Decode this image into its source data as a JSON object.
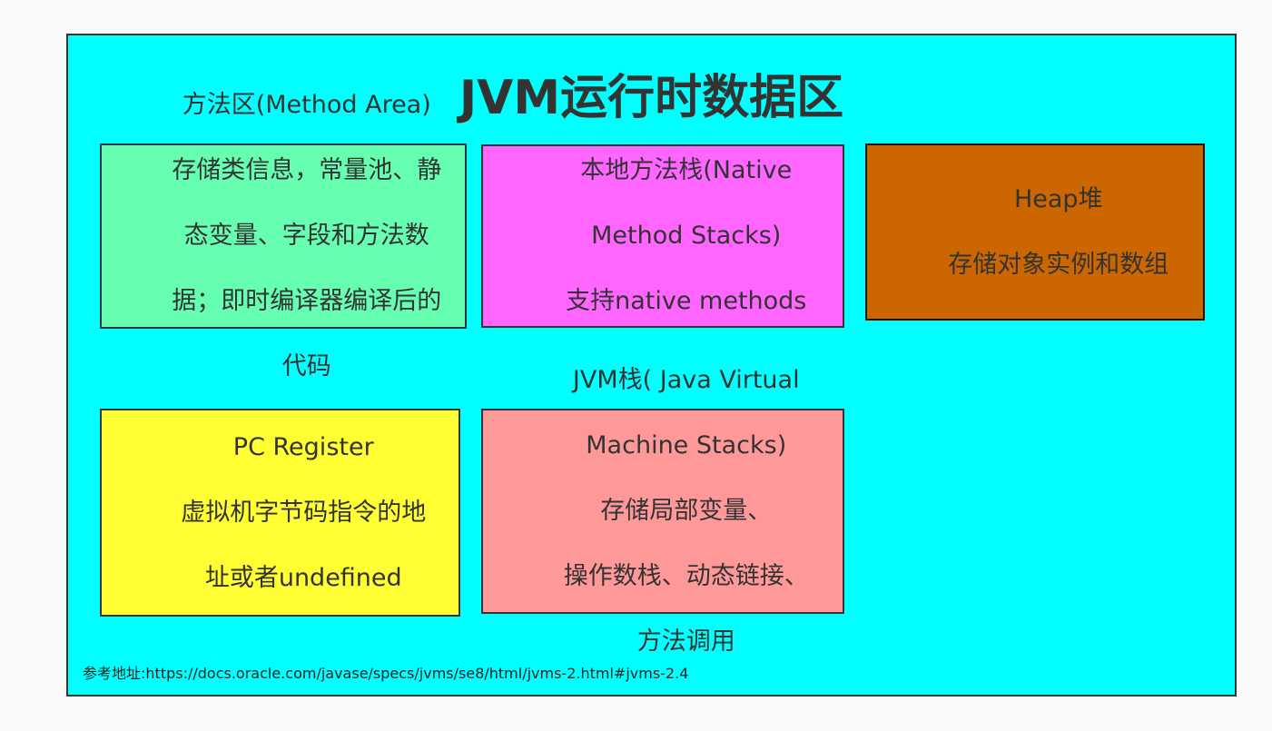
{
  "diagram": {
    "title": "JVM运行时数据区",
    "colors": {
      "background": "#00ffff",
      "method_area": "#66ffb2",
      "native_stack": "#ff66ff",
      "heap": "#cc6600",
      "pc_register": "#ffff33",
      "jvm_stack": "#ff9999",
      "border": "#333333",
      "text": "#333333"
    },
    "boxes": {
      "method_area": {
        "lines": [
          "方法区(Method Area)",
          "存储类信息，常量池、静",
          "态变量、字段和方法数",
          "据；即时编译器编译后的",
          "代码"
        ]
      },
      "native_stack": {
        "lines": [
          "本地方法栈(Native",
          "Method Stacks)",
          "支持native methods"
        ]
      },
      "heap": {
        "lines": [
          "Heap堆",
          "存储对象实例和数组"
        ]
      },
      "pc_register": {
        "lines": [
          "PC Register",
          "虚拟机字节码指令的地",
          "址或者undefined"
        ]
      },
      "jvm_stack": {
        "lines": [
          "JVM栈( Java Virtual",
          "Machine Stacks)",
          "存储局部变量、",
          "操作数栈、动态链接、",
          "方法调用"
        ]
      }
    },
    "footnote": {
      "prefix": "参考地址:",
      "url": "https://docs.oracle.com/javase/specs/jvms/se8/html/jvms-2.html#jvms-2.4"
    }
  }
}
